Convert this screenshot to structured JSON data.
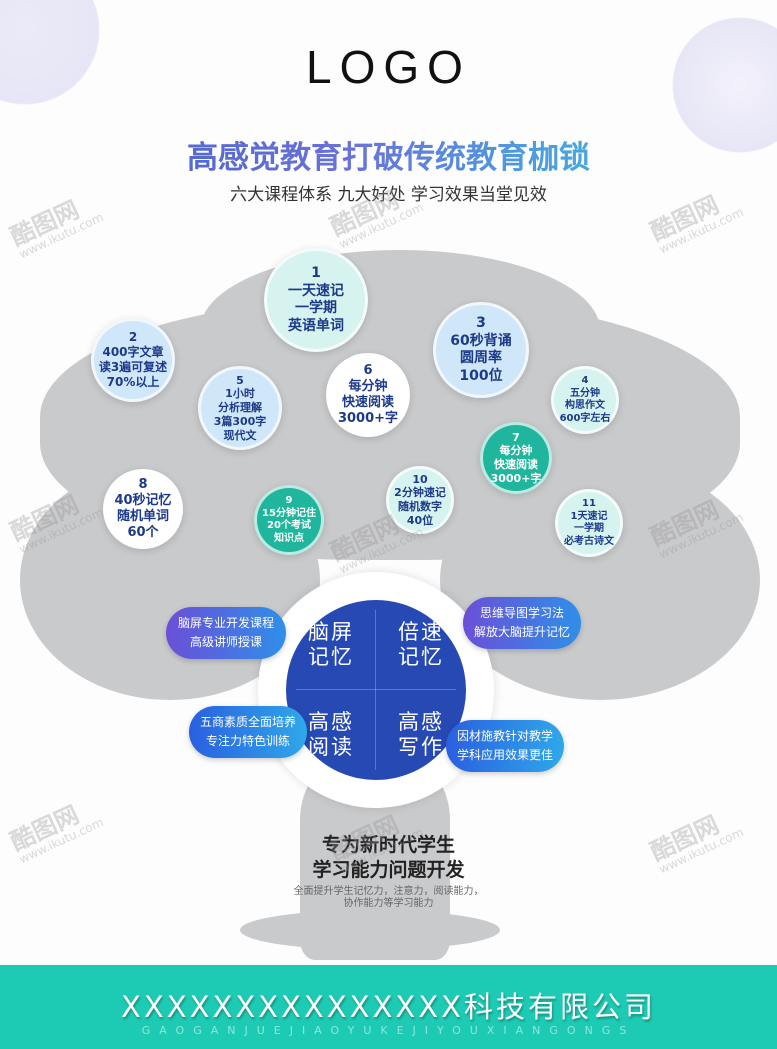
{
  "logo": "LOGO",
  "title": "高感觉教育打破传统教育枷锁",
  "subtitle": "六大课程体系 九大好处 学习效果当堂见效",
  "circles": [
    {
      "n": "1",
      "lines": [
        "一天速记",
        "一学期",
        "英语单词"
      ]
    },
    {
      "n": "2",
      "lines": [
        "400字文章",
        "读3遍可复述",
        "70%以上"
      ]
    },
    {
      "n": "3",
      "lines": [
        "60秒背诵",
        "圆周率",
        "100位"
      ]
    },
    {
      "n": "4",
      "lines": [
        "五分钟",
        "构思作文",
        "600字左右"
      ]
    },
    {
      "n": "5",
      "lines": [
        "1小时",
        "分析理解",
        "3篇300字",
        "现代文"
      ]
    },
    {
      "n": "6",
      "lines": [
        "每分钟",
        "快速阅读",
        "3000+字"
      ]
    },
    {
      "n": "7",
      "lines": [
        "每分钟",
        "快速阅读",
        "3000+字"
      ]
    },
    {
      "n": "8",
      "lines": [
        "40秒记忆",
        "随机单词",
        "60个"
      ]
    },
    {
      "n": "9",
      "lines": [
        "15分钟记住",
        "20个考试",
        "知识点"
      ]
    },
    {
      "n": "10",
      "lines": [
        "2分钟速记",
        "随机数字",
        "40位"
      ]
    },
    {
      "n": "11",
      "lines": [
        "1天速记",
        "一学期",
        "必考古诗文"
      ]
    }
  ],
  "core": [
    {
      "lines": [
        "脑屏",
        "记忆"
      ]
    },
    {
      "lines": [
        "倍速",
        "记忆"
      ]
    },
    {
      "lines": [
        "高感",
        "阅读"
      ]
    },
    {
      "lines": [
        "高感",
        "写作"
      ]
    }
  ],
  "bubbles": [
    {
      "lines": [
        "脑屏专业开发课程",
        "高级讲师授课"
      ]
    },
    {
      "lines": [
        "思维导图学习法",
        "解放大脑提升记忆"
      ]
    },
    {
      "lines": [
        "五商素质全面培养",
        "专注力特色训练"
      ]
    },
    {
      "lines": [
        "因材施教针对教学",
        "学科应用效果更佳"
      ]
    }
  ],
  "tagline": [
    "专为新时代学生",
    "学习能力问题开发"
  ],
  "tagline_small": [
    "全面提升学生记忆力，注意力，阅读能力，",
    "协作能力等学习能力"
  ],
  "footer": {
    "company": "XXXXXXXXXXXXXXX科技有限公司",
    "pinyin": "GAOGANJUEJIAOYUKEJIYOUXIANGONGS"
  },
  "watermark": {
    "name": "酷图网",
    "url": "www.ikutu.com"
  },
  "colors": {
    "navy": "#1d3a8a",
    "teal": "#1dcab4",
    "core": "#2749b3"
  }
}
